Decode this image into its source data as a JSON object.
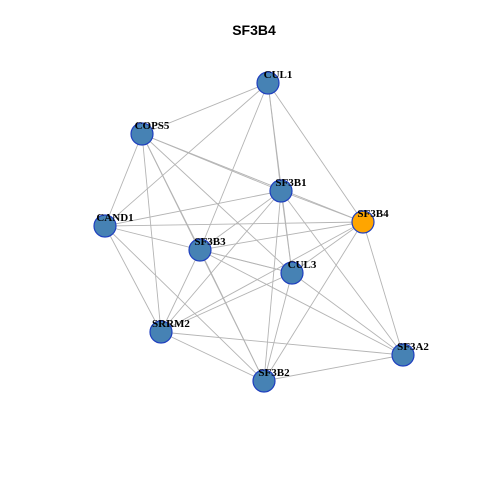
{
  "title": "SF3B4",
  "colors": {
    "node_default": "#4682b4",
    "node_focus": "#ffa500",
    "node_border": "#1f3fbf",
    "edge": "#b4b4b4"
  },
  "focus_node": "SF3B4",
  "nodes": [
    "CUL1",
    "COPS5",
    "SF3B1",
    "CAND1",
    "SF3B4",
    "SF3B3",
    "CUL3",
    "SRRM2",
    "SF3A2",
    "SF3B2"
  ],
  "edges": [
    [
      "CUL1",
      "COPS5"
    ],
    [
      "CUL1",
      "CAND1"
    ],
    [
      "CUL1",
      "SF3B1"
    ],
    [
      "CUL1",
      "CUL3"
    ],
    [
      "CUL1",
      "SF3B4"
    ],
    [
      "CUL1",
      "SF3B3"
    ],
    [
      "COPS5",
      "SF3B1"
    ],
    [
      "COPS5",
      "CAND1"
    ],
    [
      "COPS5",
      "SF3B4"
    ],
    [
      "COPS5",
      "SF3B3"
    ],
    [
      "COPS5",
      "CUL3"
    ],
    [
      "COPS5",
      "SRRM2"
    ],
    [
      "COPS5",
      "SF3B2"
    ],
    [
      "CAND1",
      "SF3B1"
    ],
    [
      "CAND1",
      "SF3B4"
    ],
    [
      "CAND1",
      "CUL3"
    ],
    [
      "CAND1",
      "SRRM2"
    ],
    [
      "CAND1",
      "SF3B2"
    ],
    [
      "SF3B1",
      "SF3B4"
    ],
    [
      "SF3B1",
      "SF3B3"
    ],
    [
      "SF3B1",
      "CUL3"
    ],
    [
      "SF3B1",
      "SRRM2"
    ],
    [
      "SF3B1",
      "SF3B2"
    ],
    [
      "SF3B1",
      "SF3A2"
    ],
    [
      "SF3B4",
      "SF3B3"
    ],
    [
      "SF3B4",
      "CUL3"
    ],
    [
      "SF3B4",
      "SRRM2"
    ],
    [
      "SF3B4",
      "SF3B2"
    ],
    [
      "SF3B4",
      "SF3A2"
    ],
    [
      "SF3B3",
      "CUL3"
    ],
    [
      "SF3B3",
      "SRRM2"
    ],
    [
      "SF3B3",
      "SF3B2"
    ],
    [
      "SF3B3",
      "SF3A2"
    ],
    [
      "CUL3",
      "SRRM2"
    ],
    [
      "CUL3",
      "SF3B2"
    ],
    [
      "CUL3",
      "SF3A2"
    ],
    [
      "SRRM2",
      "SF3B2"
    ],
    [
      "SRRM2",
      "SF3A2"
    ],
    [
      "SF3B2",
      "SF3A2"
    ]
  ]
}
